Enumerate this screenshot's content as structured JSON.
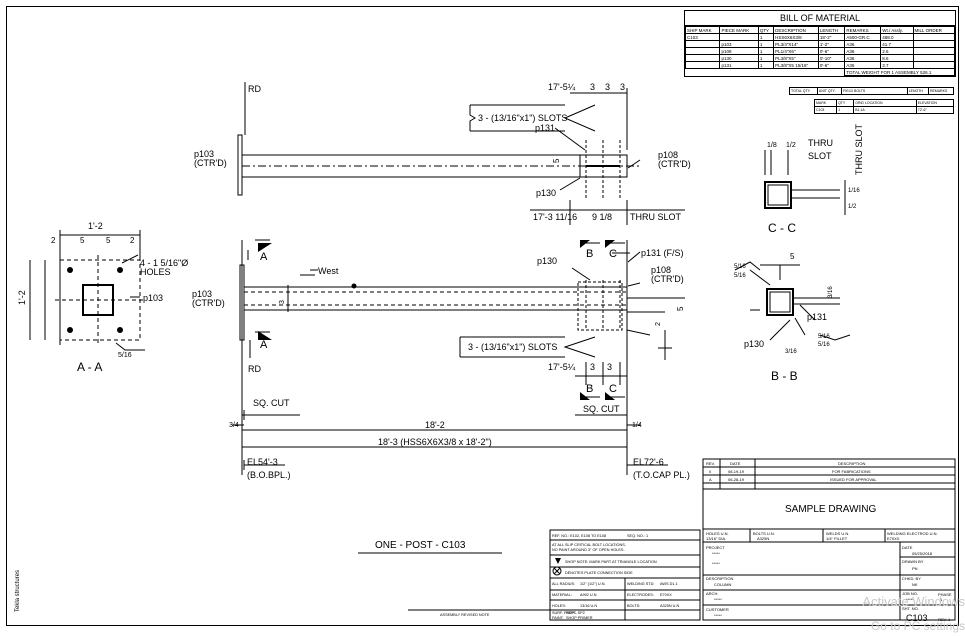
{
  "bom": {
    "title": "BILL OF MATERIAL",
    "headers": [
      "SHIP MARK",
      "PIECE MARK",
      "QTY",
      "DESCRIPTION",
      "LENGTH",
      "REMARKS",
      "Wt./ Assly.",
      "MILL ORDER"
    ],
    "rows": [
      [
        "C103",
        "",
        "1",
        "HSS6X6X3/8",
        "18'-2\"",
        "A500-GR.C",
        "488.0",
        ""
      ],
      [
        "",
        "p103",
        "1",
        "PL3/4\"X14\"",
        "1'-2\"",
        "A36",
        "41.7",
        ""
      ],
      [
        "",
        "p108",
        "1",
        "PL1/4\"X6\"",
        "0'-6\"",
        "A36",
        "2.6",
        ""
      ],
      [
        "",
        "p130",
        "1",
        "PL3/8\"X5\"",
        "0'-10\"",
        "A36",
        "8.6",
        ""
      ],
      [
        "",
        "p131",
        "1",
        "PL3/8\"X5 15/16\"",
        "0'-6\"",
        "A36",
        "3.7",
        ""
      ]
    ],
    "total": "TOTAL WEIGHT FOR 1 ASSEMBLY  526.1",
    "bolt_headers": [
      "TOTAL QTY.",
      "UNIT QTY.",
      "FIELD BOLTS",
      "LENGTH",
      "REMARKS"
    ],
    "loc_headers": [
      "MARK",
      "QTY",
      "GRID LOCATION",
      "ELEVATION"
    ],
    "loc_row": [
      "C103",
      "1",
      "B1,1A",
      "72'-6\""
    ]
  },
  "top_view": {
    "rd": "RD",
    "p103": "p103",
    "ctrd": "(CTR'D)",
    "dim_1754": "17'-5¼",
    "dim_3a": "3",
    "dim_3b": "3",
    "dim_3c": "3",
    "slots": "3 - (13/16\"x1\") SLOTS",
    "p131": "p131",
    "five": "5",
    "p108": "p108",
    "p108c": "(CTR'D)",
    "p130": "p130",
    "dim_17311": "17'-3 11/16",
    "dim_918": "9 1/8",
    "thru_slot": "THRU SLOT"
  },
  "section_cc": {
    "d18": "1/8",
    "d12": "1/2",
    "thru": "THRU",
    "slot": "SLOT",
    "vthru": "THRU SLOT",
    "d116": "1/16",
    "d12b": "1/2",
    "label": "C - C"
  },
  "section_aa": {
    "w": "1'-2",
    "d2a": "2",
    "d5a": "5",
    "d5b": "5",
    "d2b": "2",
    "holes": "4 - 1 5/16\"Ø",
    "holes2": "HOLES",
    "h": "1'-2",
    "p103": "p103",
    "weld": "5/16",
    "label": "A - A"
  },
  "side_view": {
    "a_top": "A",
    "west": "West",
    "b": "B",
    "c": "C",
    "p131fs": "p131 (F/S)",
    "p130": "p130",
    "p108": "p108",
    "p108c": "(CTR'D)",
    "p103": "p103",
    "ctrd": "(CTR'D)",
    "three": "3",
    "five": "5",
    "two": "2",
    "a_bot": "A",
    "slots": "3 - (13/16\"x1\") SLOTS",
    "rd": "RD",
    "dim_1754": "17'-5¼",
    "d3a": "3",
    "d3b": "3",
    "b2": "B",
    "c2": "C",
    "sqcut1": "SQ. CUT",
    "sqcut2": "SQ. CUT",
    "d34": "3/4",
    "d182": "18'-2",
    "d14": "1/4",
    "d183": "18'-3 (HSS6X6X3/8 x 18'-2\")",
    "el1": "EL54'-3",
    "el1b": "(B.O.BPL.)",
    "el2": "EL72'-6",
    "el2b": "(T.O.CAP PL.)"
  },
  "section_bb": {
    "five": "5",
    "w516a": "5/16",
    "w516b": "5/16",
    "d316": "3/16",
    "p131": "p131",
    "w516c": "5/16",
    "w516d": "5/16",
    "p130": "p130",
    "d316b": "3/16",
    "label": "B - B"
  },
  "title_text": "ONE - POST - C103",
  "notes": {
    "ref": "REF. NO.:  E102, E108 TO E108",
    "seq": "SEQ. NO.:  1",
    "n1": "AT ALL SLIP CRITICAL BOLT LOCATIONS,",
    "n2": "NO PAINT AROUND 3\" OF OPEN HOLES.",
    "n3": "SHOP NOTE: MARK PART AT TRIANGLE LOCATION",
    "n4": "DENOTES PLATE CONNECTION SIDE",
    "radius": "ALL RADIUS:",
    "radius_v": "1/2\" (1/2\") U.N.",
    "wstd": "WELDING STD:",
    "wstd_v": "AWS D1.1",
    "mat": "MATERIAL:",
    "mat_v": "A992 U.N",
    "elec": "ELECTRODES:",
    "elec_v": "E70XX",
    "holes": "HOLES:",
    "holes_v": "13/16 U.N",
    "bolts": "BOLTS:",
    "bolts_v": "A325N U.N",
    "surf": "SURF. PREP:",
    "surf_v": "SSPC-SP2",
    "paint": "PAINT:",
    "paint_v": "SHOP PRIMER",
    "assembly": "ASSEMBLY REVISED NOTE"
  },
  "revisions": {
    "headers": [
      "REV.",
      "DATE",
      "DESCRIPTION"
    ],
    "rows": [
      [
        "0",
        "08-19-19",
        "FOR FABRICATIONS"
      ],
      [
        "A",
        "06-28-19",
        "ISSUED FOR APPROVAL"
      ]
    ]
  },
  "title_block": {
    "sample": "SAMPLE DRAWING",
    "holes": "HOLES U.N.",
    "holes_v": "13/16\" DIA.",
    "bolts": "BOLTS U.N.",
    "bolts_v": "A325N",
    "welds": "WELDS U.N.",
    "welds_v": "1/4\" FILLET",
    "welding": "WELDING ELECTROD U.N.",
    "welding_v": "E70XX",
    "project": "PROJECT",
    "project_v": "*****",
    "project_v2": "*****",
    "date": "DATE",
    "date_v": "05/25/2018",
    "drawn": "DRAWN BY",
    "drawn_v": "PN",
    "desc": "DESCRIPTION",
    "desc_v": "COLUMN",
    "chkd": "CHKD. BY",
    "chkd_v": "NK",
    "arch": "ARCH.",
    "arch_v": "*****",
    "job": "JOB NO.",
    "job_v": "*****",
    "customer": "CUSTOMER",
    "customer_v": "*****",
    "shtno": "SHT. NO.",
    "shtno_v": "C103",
    "rev": "REV.",
    "rev_v": "1",
    "phase": "PHASE",
    "phase_v": "1"
  },
  "side_note": "Tekla structures",
  "watermark1": "Activate Windows",
  "watermark2": "Go to PC settings"
}
